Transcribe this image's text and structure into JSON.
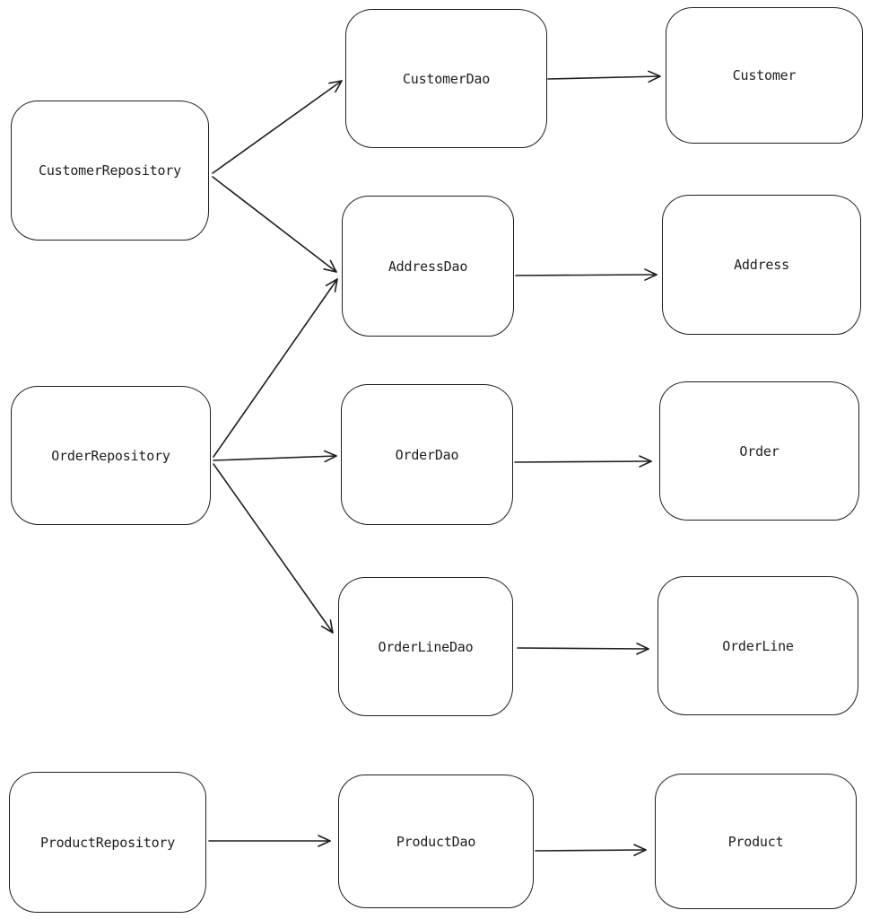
{
  "diagram": {
    "background_color": "#ffffff",
    "stroke_color": "#1e1e1e",
    "nodes": [
      {
        "id": "customer-repository",
        "label": "CustomerRepository",
        "column": "repository"
      },
      {
        "id": "order-repository",
        "label": "OrderRepository",
        "column": "repository"
      },
      {
        "id": "product-repository",
        "label": "ProductRepository",
        "column": "repository"
      },
      {
        "id": "customer-dao",
        "label": "CustomerDao",
        "column": "dao"
      },
      {
        "id": "address-dao",
        "label": "AddressDao",
        "column": "dao"
      },
      {
        "id": "order-dao",
        "label": "OrderDao",
        "column": "dao"
      },
      {
        "id": "order-line-dao",
        "label": "OrderLineDao",
        "column": "dao"
      },
      {
        "id": "product-dao",
        "label": "ProductDao",
        "column": "dao"
      },
      {
        "id": "customer",
        "label": "Customer",
        "column": "entity"
      },
      {
        "id": "address",
        "label": "Address",
        "column": "entity"
      },
      {
        "id": "order",
        "label": "Order",
        "column": "entity"
      },
      {
        "id": "order-line",
        "label": "OrderLine",
        "column": "entity"
      },
      {
        "id": "product",
        "label": "Product",
        "column": "entity"
      }
    ],
    "edges": [
      {
        "from": "CustomerRepository",
        "to": "CustomerDao"
      },
      {
        "from": "CustomerRepository",
        "to": "AddressDao"
      },
      {
        "from": "OrderRepository",
        "to": "AddressDao"
      },
      {
        "from": "OrderRepository",
        "to": "OrderDao"
      },
      {
        "from": "OrderRepository",
        "to": "OrderLineDao"
      },
      {
        "from": "ProductRepository",
        "to": "ProductDao"
      },
      {
        "from": "CustomerDao",
        "to": "Customer"
      },
      {
        "from": "AddressDao",
        "to": "Address"
      },
      {
        "from": "OrderDao",
        "to": "Order"
      },
      {
        "from": "OrderLineDao",
        "to": "OrderLine"
      },
      {
        "from": "ProductDao",
        "to": "Product"
      }
    ]
  }
}
